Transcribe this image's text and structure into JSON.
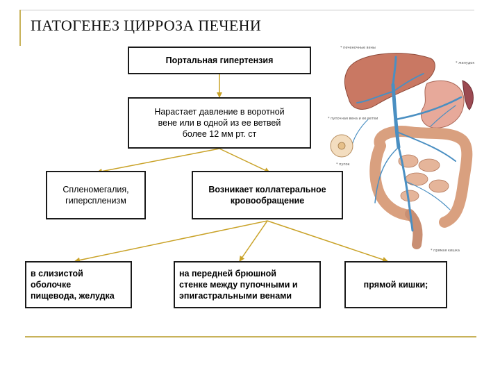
{
  "title": "ПАТОГЕНЕЗ ЦИРРОЗА ПЕЧЕНИ",
  "nodes": {
    "portal_hypertension": "Портальная гипертензия",
    "pressure_increase": "Нарастает давление в воротной\nвене или в одной из ее ветвей\nболее 12 мм рт. ст",
    "splenomegaly": "Спленомегалия,\nгиперспленизм",
    "collateral": "Возникает коллатеральное\nкровообращение",
    "esophagus": "в слизистой\nоболочке\nпищевода, желудка",
    "abdominal_wall": "на передней брюшной\nстенке между пупочными и\nэпигастральными венами",
    "rectum": "прямой кишки;"
  },
  "illustration": {
    "labels": [
      "* печеночные вены",
      "* желудок",
      "* пупочная\nвена и ее ветви",
      "* пупок",
      "* прямая кишка"
    ]
  },
  "colors": {
    "accent": "#c8b25a",
    "arrow": "#c9a227",
    "border": "#1a1a1a"
  }
}
